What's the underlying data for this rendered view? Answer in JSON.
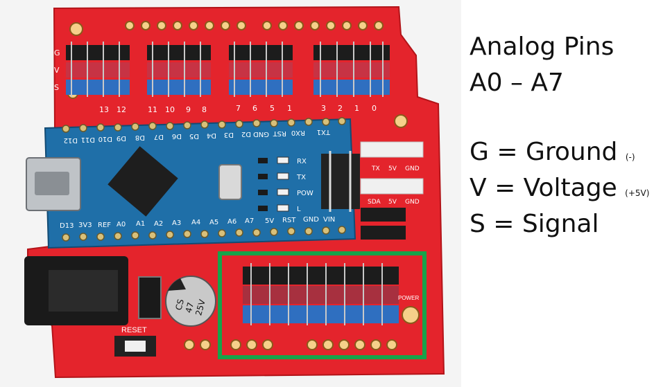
{
  "legend": {
    "title_line1": "Analog Pins",
    "title_line2": "A0 – A7",
    "g_label": "G = Ground",
    "g_note": "(-)",
    "v_label": "V = Voltage",
    "v_note": "(+5V)",
    "s_label": "S = Signal"
  },
  "board": {
    "digital_row_labels": [
      "G",
      "V",
      "S"
    ],
    "digital_pin_numbers": [
      "13",
      "12",
      "11",
      "10",
      "9",
      "8",
      "7",
      "6",
      "5",
      "1",
      "3",
      "2",
      "1",
      "0"
    ],
    "nano_top_pins": [
      "D12",
      "D11",
      "D10",
      "D9",
      "D8",
      "D7",
      "D6",
      "D5",
      "D4",
      "D3",
      "D2",
      "GND",
      "RST",
      "RX0",
      "TX1"
    ],
    "nano_bottom_pins": [
      "D13",
      "3V3",
      "REF",
      "A0",
      "A1",
      "A2",
      "A3",
      "A4",
      "A5",
      "A6",
      "A7",
      "5V",
      "RST",
      "GND",
      "VIN"
    ],
    "led_labels": [
      "RX",
      "TX",
      "POW",
      "L"
    ],
    "uart_labels": [
      "TX",
      "5V",
      "GND"
    ],
    "i2c_labels": [
      "SDA",
      "5V",
      "GND"
    ],
    "reset_label": "RESET",
    "capacitor_text": [
      "CS",
      "47",
      "25V"
    ],
    "power_label": "POWER",
    "highlight_color": "#17a34a",
    "board_color": "#e4242c",
    "nano_color": "#1f6fa8"
  }
}
